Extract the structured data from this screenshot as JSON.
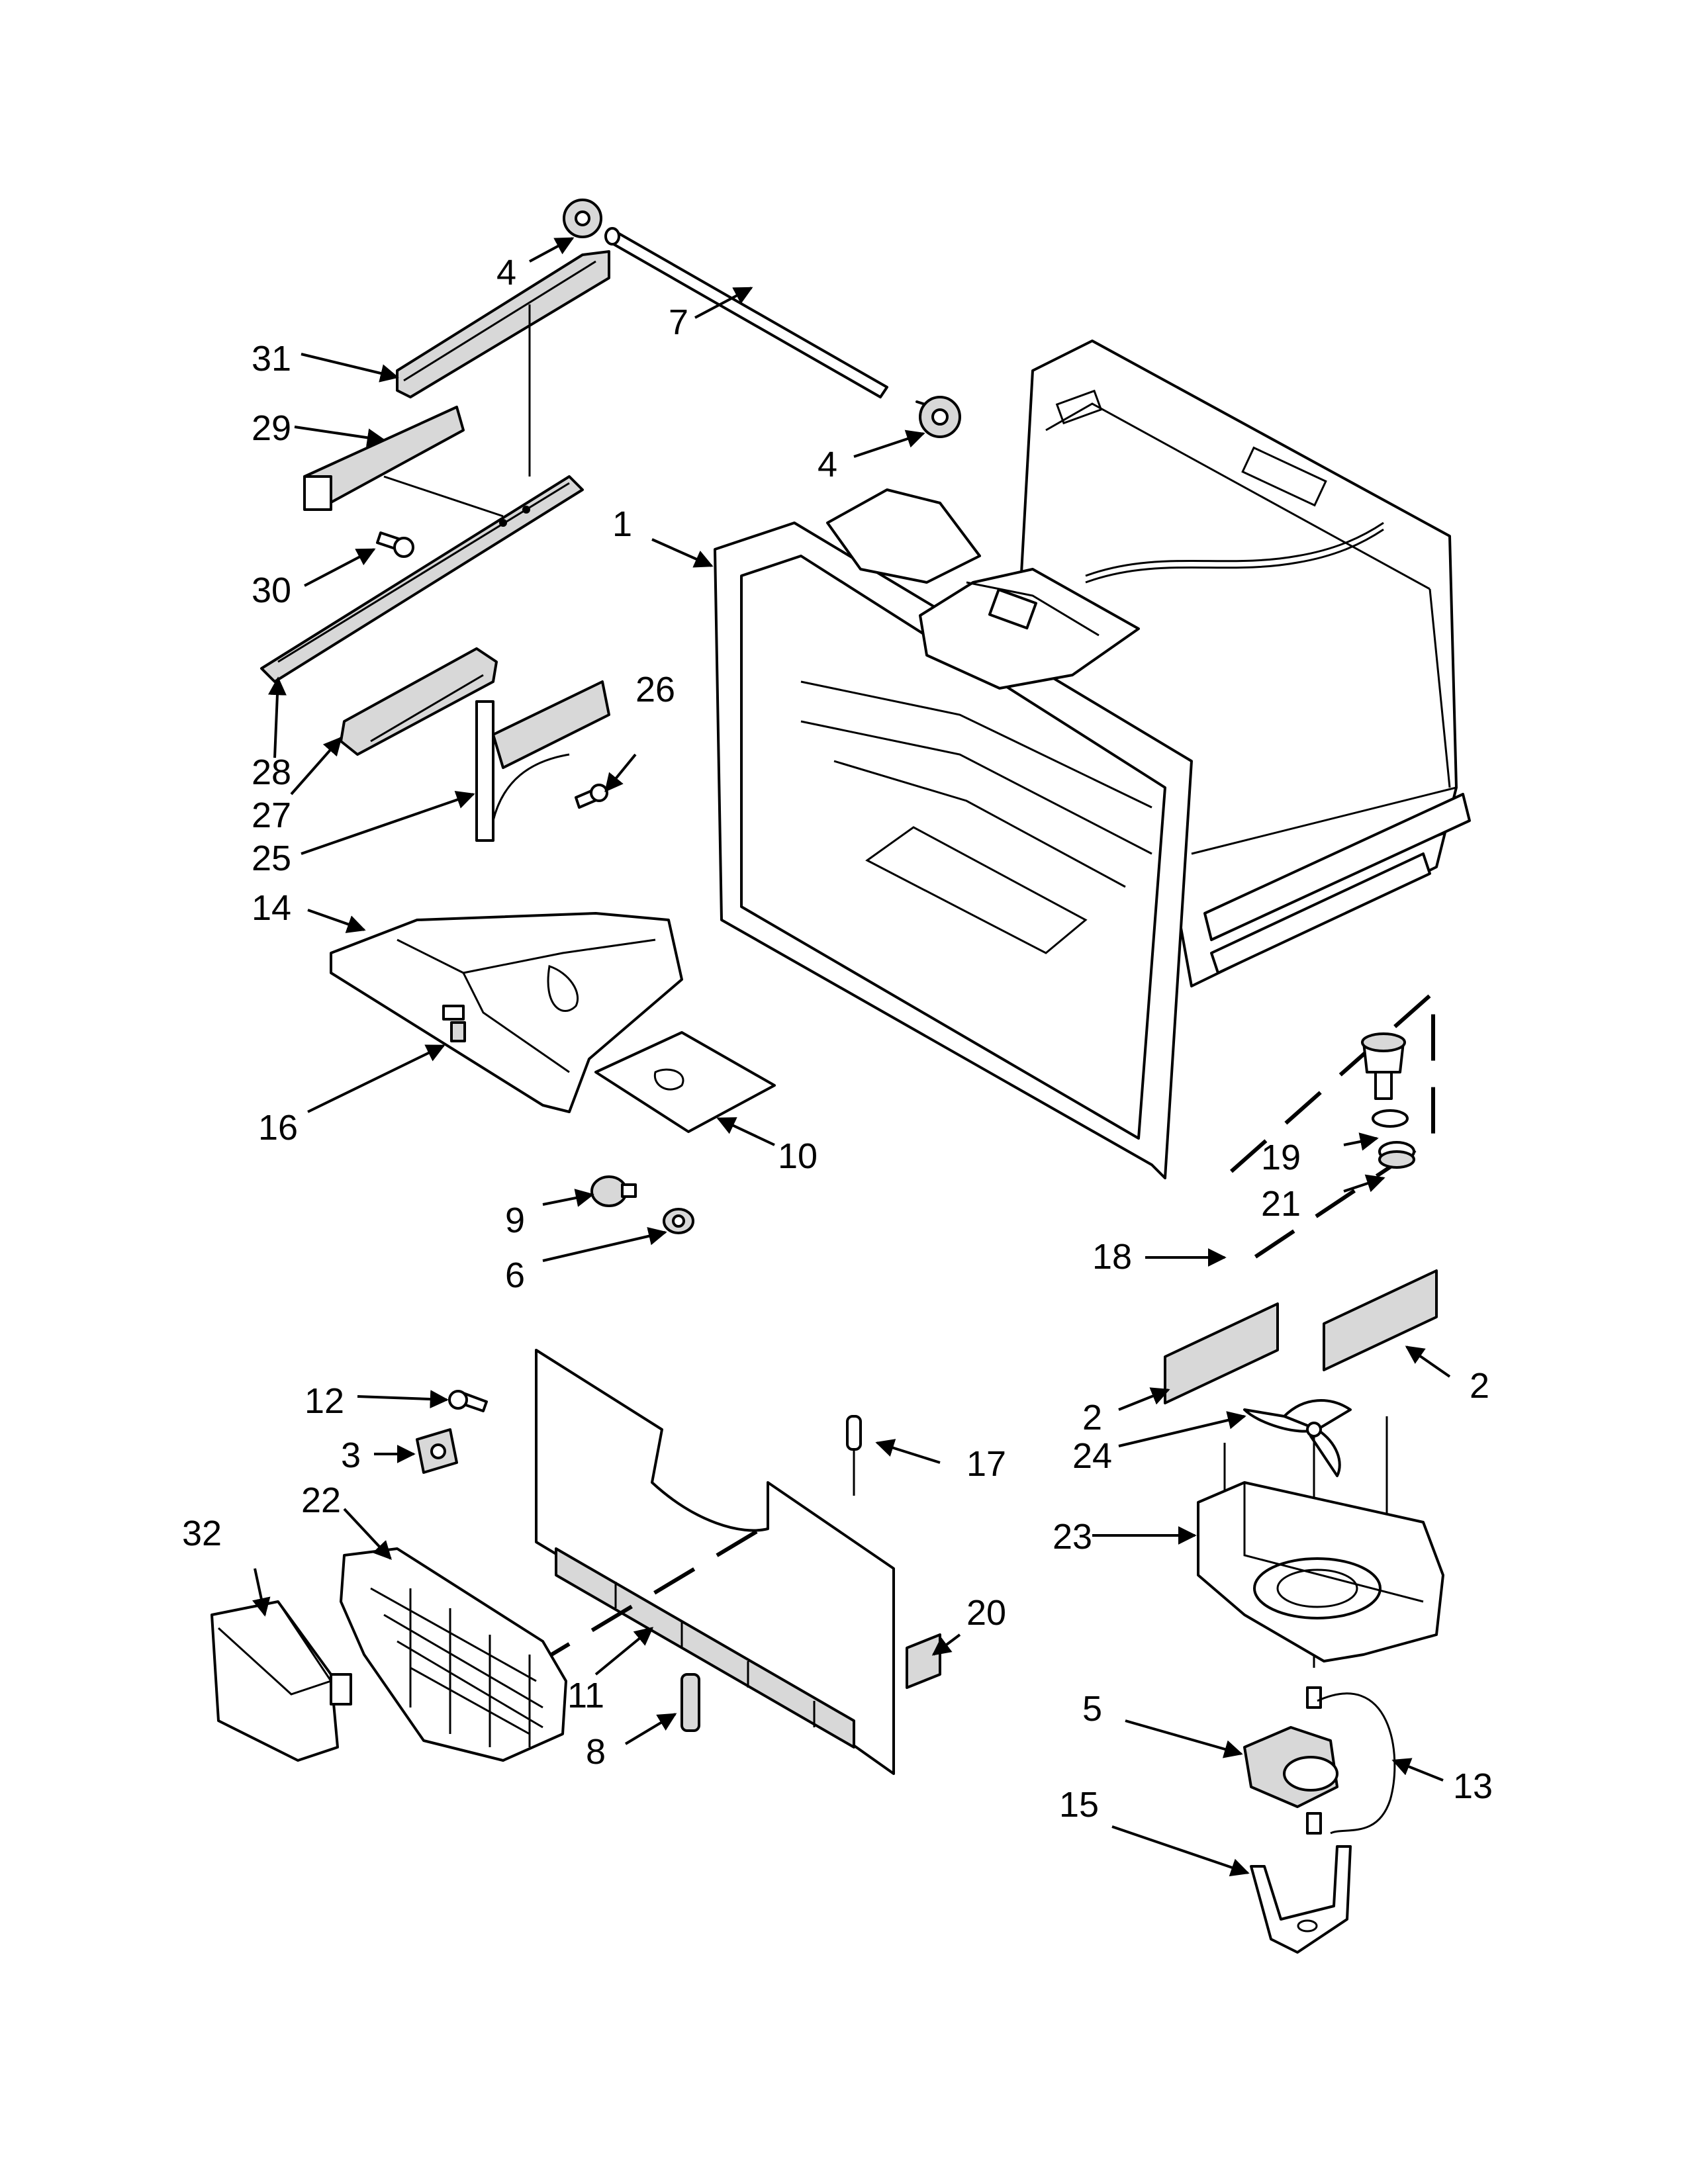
{
  "diagram": {
    "callouts": [
      {
        "id": "c1",
        "label": "1",
        "part": "freezer-bucket-liner"
      },
      {
        "id": "c2a",
        "label": "2",
        "part": "foam-block-left"
      },
      {
        "id": "c2b",
        "label": "2",
        "part": "foam-block-right"
      },
      {
        "id": "c3",
        "label": "3",
        "part": "bracket"
      },
      {
        "id": "c4a",
        "label": "4",
        "part": "gear-top"
      },
      {
        "id": "c4b",
        "label": "4",
        "part": "gear-right"
      },
      {
        "id": "c5",
        "label": "5",
        "part": "fan-motor"
      },
      {
        "id": "c6",
        "label": "6",
        "part": "bulb-socket"
      },
      {
        "id": "c7",
        "label": "7",
        "part": "shaft"
      },
      {
        "id": "c8",
        "label": "8",
        "part": "damper-clip"
      },
      {
        "id": "c9",
        "label": "9",
        "part": "light-bulb"
      },
      {
        "id": "c10",
        "label": "10",
        "part": "light-shield"
      },
      {
        "id": "c11",
        "label": "11",
        "part": "grille-slots"
      },
      {
        "id": "c12",
        "label": "12",
        "part": "screw"
      },
      {
        "id": "c13",
        "label": "13",
        "part": "wire-harness"
      },
      {
        "id": "c14",
        "label": "14",
        "part": "light-housing"
      },
      {
        "id": "c15",
        "label": "15",
        "part": "motor-bracket"
      },
      {
        "id": "c16",
        "label": "16",
        "part": "switch"
      },
      {
        "id": "c17",
        "label": "17",
        "part": "thermistor"
      },
      {
        "id": "c18",
        "label": "18",
        "part": "fan-assembly-group"
      },
      {
        "id": "c19",
        "label": "19",
        "part": "grommet"
      },
      {
        "id": "c20",
        "label": "20",
        "part": "foam-strip"
      },
      {
        "id": "c21",
        "label": "21",
        "part": "washer"
      },
      {
        "id": "c22",
        "label": "22",
        "part": "grille-cover"
      },
      {
        "id": "c23",
        "label": "23",
        "part": "fan-shroud"
      },
      {
        "id": "c24",
        "label": "24",
        "part": "fan-blade"
      },
      {
        "id": "c25",
        "label": "25",
        "part": "slide-bracket"
      },
      {
        "id": "c26",
        "label": "26",
        "part": "screw-short"
      },
      {
        "id": "c27",
        "label": "27",
        "part": "slide-end-cap"
      },
      {
        "id": "c28",
        "label": "28",
        "part": "drawer-slide-rail"
      },
      {
        "id": "c29",
        "label": "29",
        "part": "slide-mount"
      },
      {
        "id": "c30",
        "label": "30",
        "part": "screw-slide"
      },
      {
        "id": "c31",
        "label": "31",
        "part": "slide-cover"
      },
      {
        "id": "c32",
        "label": "32",
        "part": "end-cap-cover"
      }
    ]
  }
}
